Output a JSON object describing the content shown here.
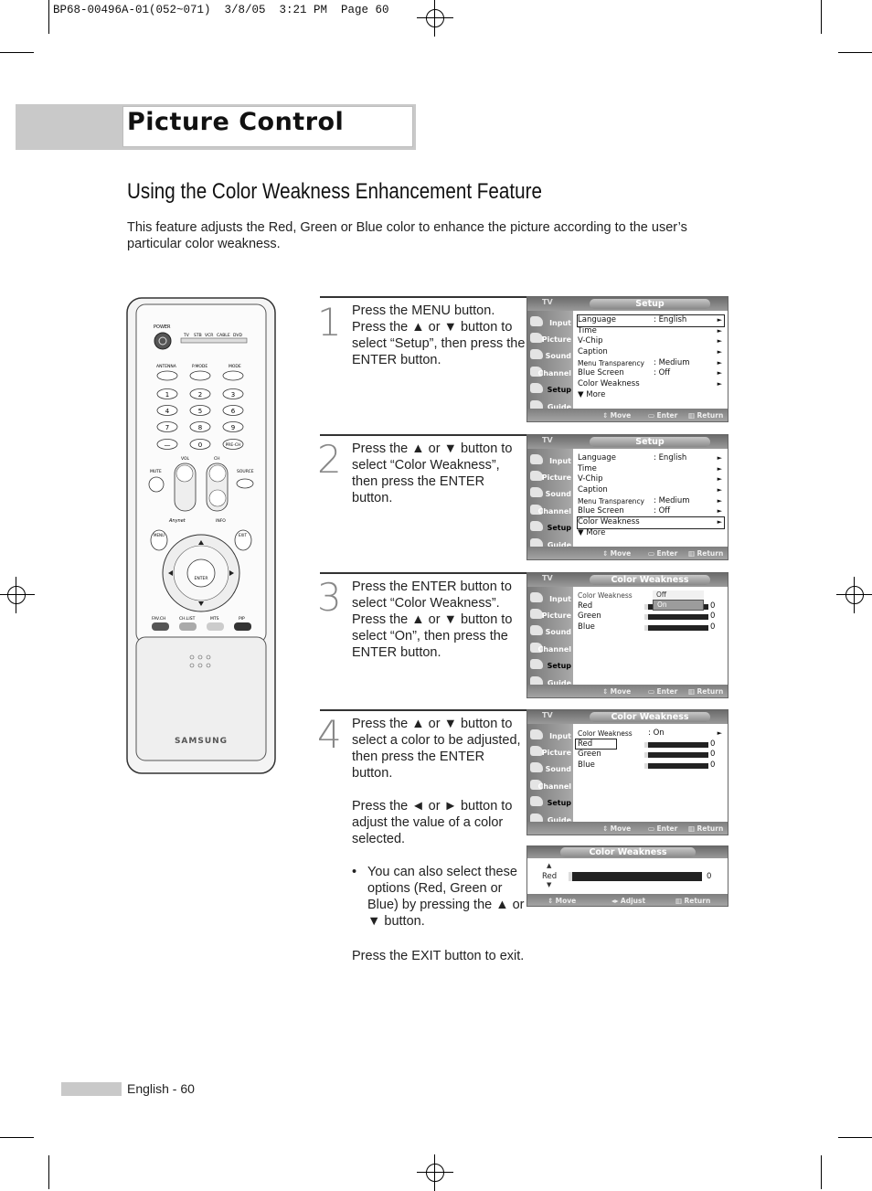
{
  "print_header": "BP68-00496A-01(052~071)  3/8/05  3:21 PM  Page 60",
  "section_title": "Picture Control",
  "subtitle": "Using the Color Weakness Enhancement Feature",
  "intro": "This feature adjusts the Red, Green or Blue color to enhance the picture according to the user’s particular color weakness.",
  "remote": {
    "power": "POWER",
    "modes": [
      "TV",
      "STB",
      "VCR",
      "CABLE",
      "DVD"
    ],
    "antenna": "ANTENNA",
    "pmode": "P.MODE",
    "mode": "MODE",
    "digits": [
      "1",
      "2",
      "3",
      "4",
      "5",
      "6",
      "7",
      "8",
      "9",
      "0"
    ],
    "dash": "—",
    "prech": "PRE-CH",
    "vol": "VOL",
    "ch": "CH",
    "mute": "MUTE",
    "source": "SOURCE",
    "anynet": "Anynet",
    "info": "INFO",
    "menu": "MENU",
    "exit": "EXIT",
    "enter": "ENTER",
    "favch": "FAV.CH",
    "chlist": "CH.LIST",
    "mts": "MTS",
    "pip": "PIP",
    "brand": "SAMSUNG"
  },
  "steps": [
    {
      "num": "1",
      "text": "Press the MENU button. Press the ▲ or ▼ button to select “Setup”, then press the ENTER button."
    },
    {
      "num": "2",
      "text": "Press the ▲ or ▼ button to select “Color Weakness”, then press the ENTER button."
    },
    {
      "num": "3",
      "text": "Press the ENTER button to select “Color Weakness”. Press the ▲ or ▼ button to select “On”, then press the ENTER button."
    },
    {
      "num": "4",
      "text": "Press the ▲ or ▼ button to select a color to be adjusted, then press the ENTER button.",
      "text2": "Press the ◄ or ► button to adjust the value of a color selected.",
      "bullet": "You can also select these options (Red, Green or Blue) by pressing the ▲ or ▼ button.",
      "exit": "Press the EXIT button to exit."
    }
  ],
  "osd": {
    "tv": "TV",
    "sidebar": [
      "Input",
      "Picture",
      "Sound",
      "Channel",
      "Setup",
      "Guide"
    ],
    "footer": {
      "move": "Move",
      "enter": "Enter",
      "return": "Return",
      "adjust": "Adjust"
    },
    "setup_title": "Setup",
    "setup_rows": [
      {
        "label": "Language",
        "value": ": English"
      },
      {
        "label": "Time",
        "value": ""
      },
      {
        "label": "V-Chip",
        "value": ""
      },
      {
        "label": "Caption",
        "value": ""
      },
      {
        "label": "Menu Transparency",
        "value": ": Medium"
      },
      {
        "label": "Blue Screen",
        "value": ": Off"
      },
      {
        "label": "Color Weakness",
        "value": ""
      }
    ],
    "more": "▼ More",
    "cw_title": "Color Weakness",
    "cw_label": "Color Weakness",
    "cw_on_value": ": On",
    "cw_options": [
      "Off",
      "On"
    ],
    "colors": [
      {
        "label": "Red",
        "value": "0"
      },
      {
        "label": "Green",
        "value": "0"
      },
      {
        "label": "Blue",
        "value": "0"
      }
    ],
    "adjust_label": "Red",
    "adjust_value": "0"
  },
  "page_label": "English - 60"
}
